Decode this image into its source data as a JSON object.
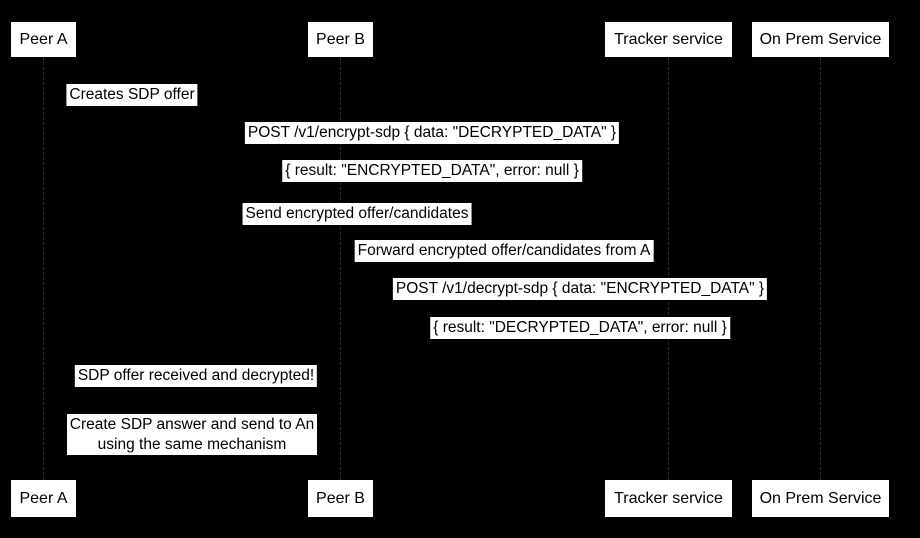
{
  "diagram": {
    "type": "sequence-diagram",
    "background_color": "#000000",
    "label_box_color": "#ffffff",
    "label_text_color": "#000000",
    "lifeline_color": "#2b2b2b"
  },
  "actors": [
    {
      "label": "Peer A"
    },
    {
      "label": "Peer B"
    },
    {
      "label": "Tracker service"
    },
    {
      "label": "On Prem Service"
    }
  ],
  "messages": [
    {
      "label": "Creates SDP offer"
    },
    {
      "label": "POST /v1/encrypt-sdp { data: \"DECRYPTED_DATA\" }"
    },
    {
      "label": "{ result: \"ENCRYPTED_DATA\", error: null }"
    },
    {
      "label": "Send encrypted offer/candidates"
    },
    {
      "label": "Forward encrypted offer/candidates from A"
    },
    {
      "label": "POST /v1/decrypt-sdp { data: \"ENCRYPTED_DATA\" }"
    },
    {
      "label": "{ result: \"DECRYPTED_DATA\", error: null }"
    },
    {
      "label": "SDP offer received and decrypted!"
    }
  ],
  "note": {
    "line1": "Create SDP answer and send to An",
    "line2": "using the same mechanism"
  }
}
